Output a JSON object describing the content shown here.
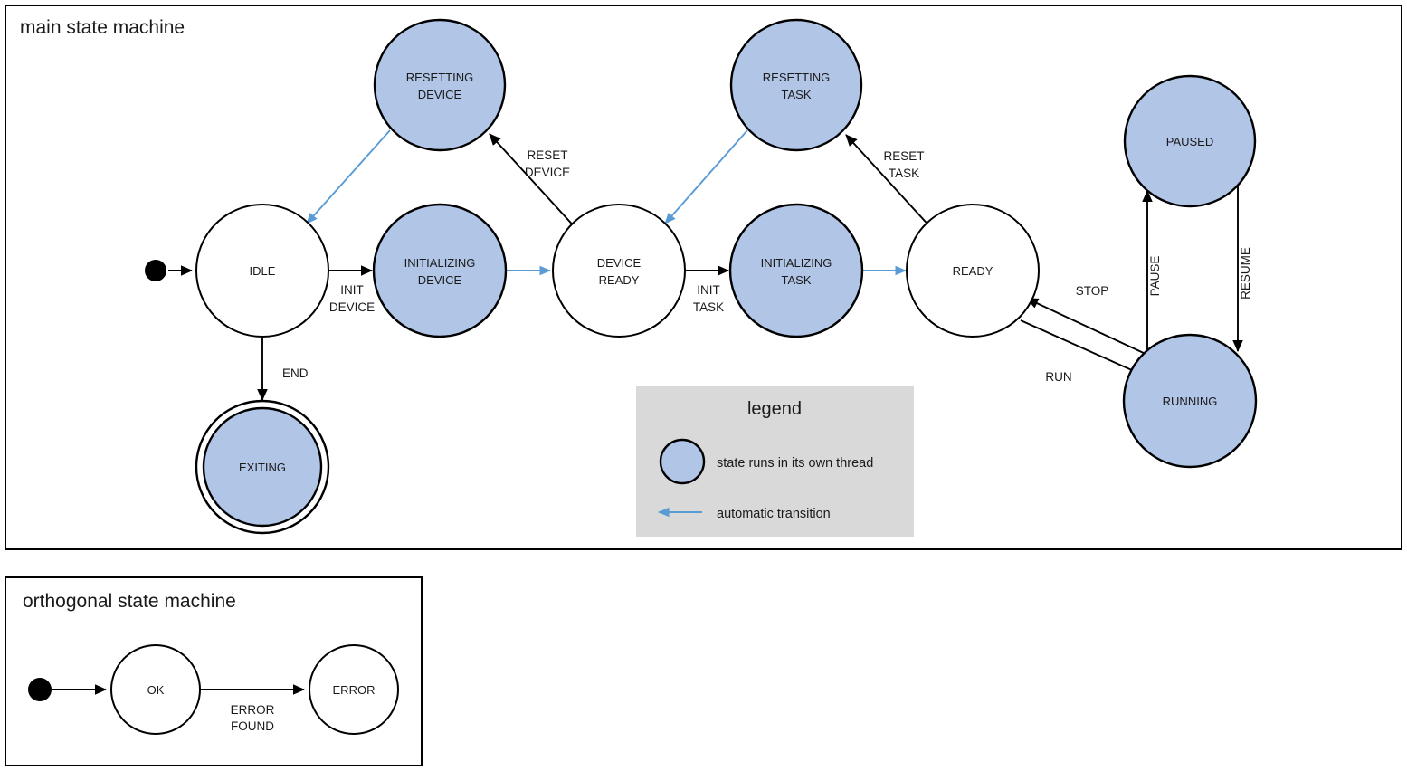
{
  "panels": {
    "main": {
      "title": "main state machine"
    },
    "orthogonal": {
      "title": "orthogonal state machine"
    }
  },
  "colors": {
    "thread_state_fill": "#b1c5e7",
    "auto_transition": "#5b9bd5",
    "legend_background": "#d9d9d9",
    "stroke": "#000000",
    "plain_state_fill": "#ffffff"
  },
  "legend": {
    "title": "legend",
    "items": [
      {
        "symbol": "blue-circle",
        "label": "state runs in its own thread"
      },
      {
        "symbol": "blue-arrow-left",
        "label": "automatic transition"
      }
    ]
  },
  "main_machine": {
    "states": [
      {
        "id": "idle",
        "label": "IDLE",
        "label_lines": [
          "IDLE"
        ],
        "thread": false,
        "final": false
      },
      {
        "id": "resetting-device",
        "label": "RESETTING DEVICE",
        "label_lines": [
          "RESETTING",
          "DEVICE"
        ],
        "thread": true,
        "final": false
      },
      {
        "id": "initializing-device",
        "label": "INITIALIZING DEVICE",
        "label_lines": [
          "INITIALIZING",
          "DEVICE"
        ],
        "thread": true,
        "final": false
      },
      {
        "id": "device-ready",
        "label": "DEVICE READY",
        "label_lines": [
          "DEVICE",
          "READY"
        ],
        "thread": false,
        "final": false
      },
      {
        "id": "resetting-task",
        "label": "RESETTING TASK",
        "label_lines": [
          "RESETTING",
          "TASK"
        ],
        "thread": true,
        "final": false
      },
      {
        "id": "initializing-task",
        "label": "INITIALIZING TASK",
        "label_lines": [
          "INITIALIZING",
          "TASK"
        ],
        "thread": true,
        "final": false
      },
      {
        "id": "ready",
        "label": "READY",
        "label_lines": [
          "READY"
        ],
        "thread": false,
        "final": false
      },
      {
        "id": "paused",
        "label": "PAUSED",
        "label_lines": [
          "PAUSED"
        ],
        "thread": true,
        "final": false
      },
      {
        "id": "running",
        "label": "RUNNING",
        "label_lines": [
          "RUNNING"
        ],
        "thread": true,
        "final": false
      },
      {
        "id": "exiting",
        "label": "EXITING",
        "label_lines": [
          "EXITING"
        ],
        "thread": true,
        "final": true
      }
    ],
    "transitions": [
      {
        "id": "start-idle",
        "from": "start",
        "to": "idle",
        "label": "",
        "label_lines": [],
        "auto": false
      },
      {
        "id": "idle-initializing-device",
        "from": "idle",
        "to": "initializing-device",
        "label": "INIT DEVICE",
        "label_lines": [
          "INIT",
          "DEVICE"
        ],
        "auto": false
      },
      {
        "id": "idle-exiting",
        "from": "idle",
        "to": "exiting",
        "label": "END",
        "label_lines": [
          "END"
        ],
        "auto": false
      },
      {
        "id": "initializing-device-device-ready",
        "from": "initializing-device",
        "to": "device-ready",
        "label": "",
        "label_lines": [],
        "auto": true
      },
      {
        "id": "device-ready-resetting-device",
        "from": "device-ready",
        "to": "resetting-device",
        "label": "RESET DEVICE",
        "label_lines": [
          "RESET",
          "DEVICE"
        ],
        "auto": false
      },
      {
        "id": "resetting-device-idle",
        "from": "resetting-device",
        "to": "idle",
        "label": "",
        "label_lines": [],
        "auto": true
      },
      {
        "id": "device-ready-initializing-task",
        "from": "device-ready",
        "to": "initializing-task",
        "label": "INIT TASK",
        "label_lines": [
          "INIT",
          "TASK"
        ],
        "auto": false
      },
      {
        "id": "initializing-task-ready",
        "from": "initializing-task",
        "to": "ready",
        "label": "",
        "label_lines": [],
        "auto": true
      },
      {
        "id": "ready-resetting-task",
        "from": "ready",
        "to": "resetting-task",
        "label": "RESET TASK",
        "label_lines": [
          "RESET",
          "TASK"
        ],
        "auto": false
      },
      {
        "id": "resetting-task-device-ready",
        "from": "resetting-task",
        "to": "device-ready",
        "label": "",
        "label_lines": [],
        "auto": true
      },
      {
        "id": "ready-running",
        "from": "ready",
        "to": "running",
        "label": "RUN",
        "label_lines": [
          "RUN"
        ],
        "auto": false
      },
      {
        "id": "running-ready",
        "from": "running",
        "to": "ready",
        "label": "STOP",
        "label_lines": [
          "STOP"
        ],
        "auto": false
      },
      {
        "id": "running-paused",
        "from": "running",
        "to": "paused",
        "label": "PAUSE",
        "label_lines": [
          "PAUSE"
        ],
        "auto": false
      },
      {
        "id": "paused-running",
        "from": "paused",
        "to": "running",
        "label": "RESUME",
        "label_lines": [
          "RESUME"
        ],
        "auto": false
      }
    ]
  },
  "orthogonal_machine": {
    "states": [
      {
        "id": "ok",
        "label": "OK",
        "label_lines": [
          "OK"
        ],
        "thread": false,
        "final": false
      },
      {
        "id": "error",
        "label": "ERROR",
        "label_lines": [
          "ERROR"
        ],
        "thread": false,
        "final": false
      }
    ],
    "transitions": [
      {
        "id": "start-ok",
        "from": "start",
        "to": "ok",
        "label": "",
        "label_lines": [],
        "auto": false
      },
      {
        "id": "ok-error",
        "from": "ok",
        "to": "error",
        "label": "ERROR FOUND",
        "label_lines": [
          "ERROR",
          "FOUND"
        ],
        "auto": false
      }
    ]
  }
}
